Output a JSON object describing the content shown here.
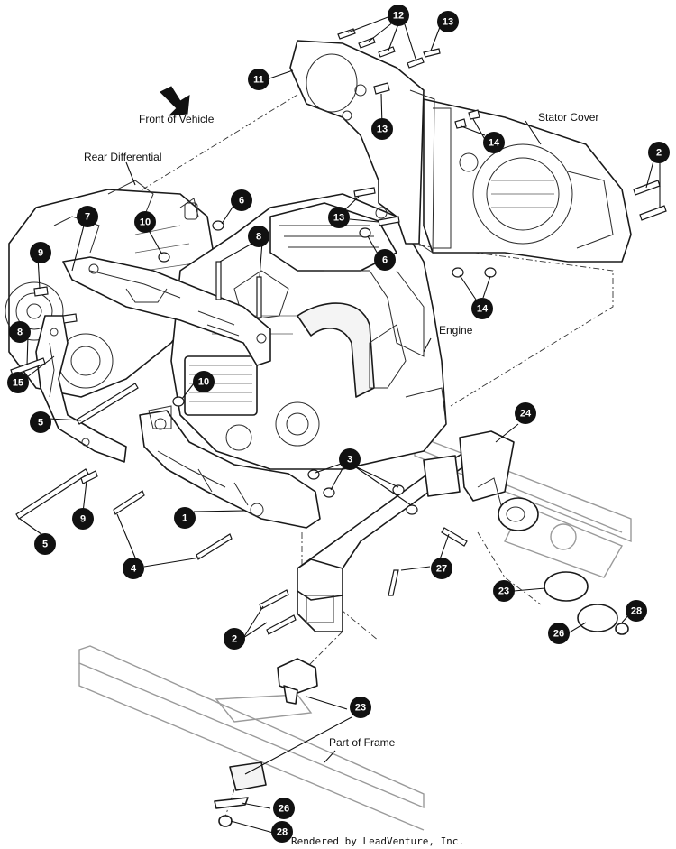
{
  "labels": {
    "front": "Front of Vehicle",
    "rear_diff": "Rear Differential",
    "stator": "Stator Cover",
    "engine": "Engine",
    "frame": "Part of Frame"
  },
  "credit": "Rendered by LeadVenture, Inc.",
  "callouts": [
    {
      "id": "c12",
      "text": "12"
    },
    {
      "id": "c13a",
      "text": "13"
    },
    {
      "id": "c11",
      "text": "11"
    },
    {
      "id": "c13b",
      "text": "13"
    },
    {
      "id": "c14a",
      "text": "14"
    },
    {
      "id": "c2a",
      "text": "2"
    },
    {
      "id": "c7",
      "text": "7"
    },
    {
      "id": "c10a",
      "text": "10"
    },
    {
      "id": "c6a",
      "text": "6"
    },
    {
      "id": "c13c",
      "text": "13"
    },
    {
      "id": "c9a",
      "text": "9"
    },
    {
      "id": "c8a",
      "text": "8"
    },
    {
      "id": "c6b",
      "text": "6"
    },
    {
      "id": "c14b",
      "text": "14"
    },
    {
      "id": "c8b",
      "text": "8"
    },
    {
      "id": "c15",
      "text": "15"
    },
    {
      "id": "c10b",
      "text": "10"
    },
    {
      "id": "c24",
      "text": "24"
    },
    {
      "id": "c5a",
      "text": "5"
    },
    {
      "id": "c3",
      "text": "3"
    },
    {
      "id": "c9b",
      "text": "9"
    },
    {
      "id": "c1",
      "text": "1"
    },
    {
      "id": "c5b",
      "text": "5"
    },
    {
      "id": "c4",
      "text": "4"
    },
    {
      "id": "c27",
      "text": "27"
    },
    {
      "id": "c23a",
      "text": "23"
    },
    {
      "id": "c28a",
      "text": "28"
    },
    {
      "id": "c26a",
      "text": "26"
    },
    {
      "id": "c2b",
      "text": "2"
    },
    {
      "id": "c23b",
      "text": "23"
    },
    {
      "id": "c26b",
      "text": "26"
    },
    {
      "id": "c28b",
      "text": "28"
    }
  ]
}
